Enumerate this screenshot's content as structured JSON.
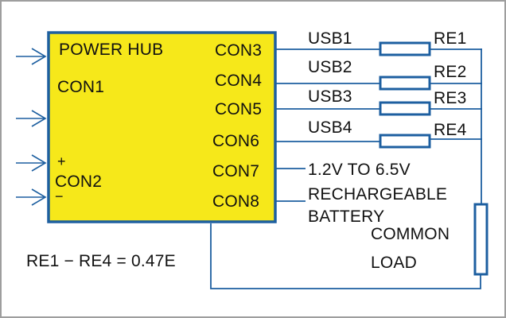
{
  "colors": {
    "wire": "#1d5fa0",
    "hub_fill": "#f6e81a",
    "frame": "#9e9e9e",
    "text": "#111111"
  },
  "hub": {
    "title": "POWER HUB",
    "left_connectors": {
      "con1": "CON1",
      "con2": "CON2",
      "plus": "+",
      "minus": "−"
    },
    "right_connectors": [
      "CON3",
      "CON4",
      "CON5",
      "CON6",
      "CON7",
      "CON8"
    ]
  },
  "usb_labels": [
    "USB1",
    "USB2",
    "USB3",
    "USB4"
  ],
  "resistor_labels": [
    "RE1",
    "RE2",
    "RE3",
    "RE4"
  ],
  "voltage_label": "1.2V TO 6.5V",
  "battery_label": {
    "line1": "RECHARGEABLE",
    "line2": "BATTERY"
  },
  "load_label": {
    "line1": "COMMON",
    "line2": "LOAD"
  },
  "note": "RE1 − RE4 = 0.47E"
}
